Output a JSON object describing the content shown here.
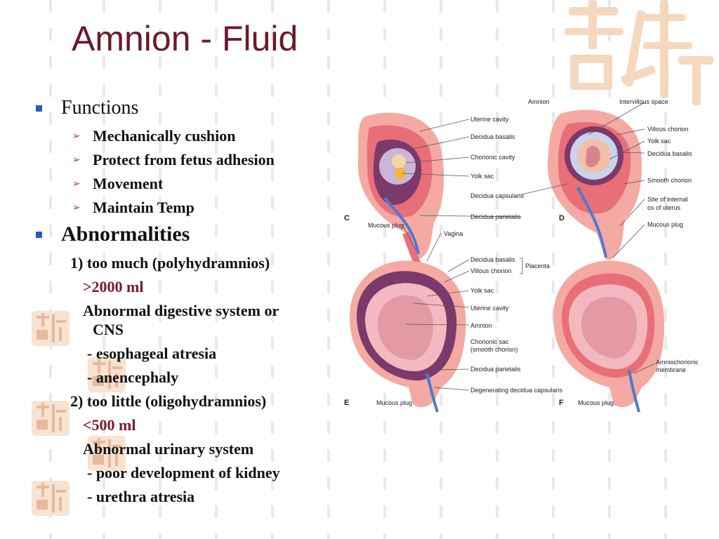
{
  "title": "Amnion - Fluid",
  "functions": {
    "heading": "Functions",
    "items": [
      "Mechanically cushion",
      "Protect from fetus adhesion",
      "Movement",
      "Maintain Temp"
    ]
  },
  "abnormalities": {
    "heading": "Abnormalities",
    "too_much": "1) too much (polyhydramnios)",
    "too_much_volume": ">2000 ml",
    "too_much_cause_line1": "Abnormal digestive system or",
    "too_much_cause_line2": "CNS",
    "too_much_ex1": "- esophageal atresia",
    "too_much_ex2": "- anencephaly",
    "too_little": "2) too little (oligohydramnios)",
    "too_little_volume": "<500 ml",
    "too_little_cause": "Abnormal urinary system",
    "too_little_ex1": "- poor development of kidney",
    "too_little_ex2": "- urethra atresia"
  },
  "figure": {
    "panel_labels": [
      "C",
      "D",
      "E",
      "F"
    ],
    "labels_top_left": [
      "Uterine cavity",
      "Decidua basalis",
      "Chorionic cavity",
      "Yolk sac",
      "Decidua capsularis",
      "Decidua parietalis"
    ],
    "labels_top_right": [
      "Amnion",
      "Intervillous space",
      "Villous chorion",
      "Yolk sac",
      "Decidua basalis",
      "Smooth chorion",
      "Site of internal",
      "os of uterus",
      "Mucous plug"
    ],
    "labels_top_bottom": [
      "Mucous plug",
      "Vagina"
    ],
    "labels_bottom_mid": [
      "Decidua basalis",
      "Villous chorion",
      "Placenta",
      "Yolk sac",
      "Uterine cavity",
      "Amnion",
      "Chorionic sac",
      "(smooth chorion)",
      "Decidua parietalis",
      "Degenerating decidua capsularis"
    ],
    "labels_bottom_right": [
      "Amniochorionic",
      "membrane",
      "Mucous plug"
    ],
    "labels_bottom_left": [
      "Mucous plug"
    ]
  },
  "colors": {
    "title": "#6b1a2a",
    "bullet": "#1f5fbf",
    "arrow": "#c0392b",
    "volume": "#7a1a2a"
  }
}
